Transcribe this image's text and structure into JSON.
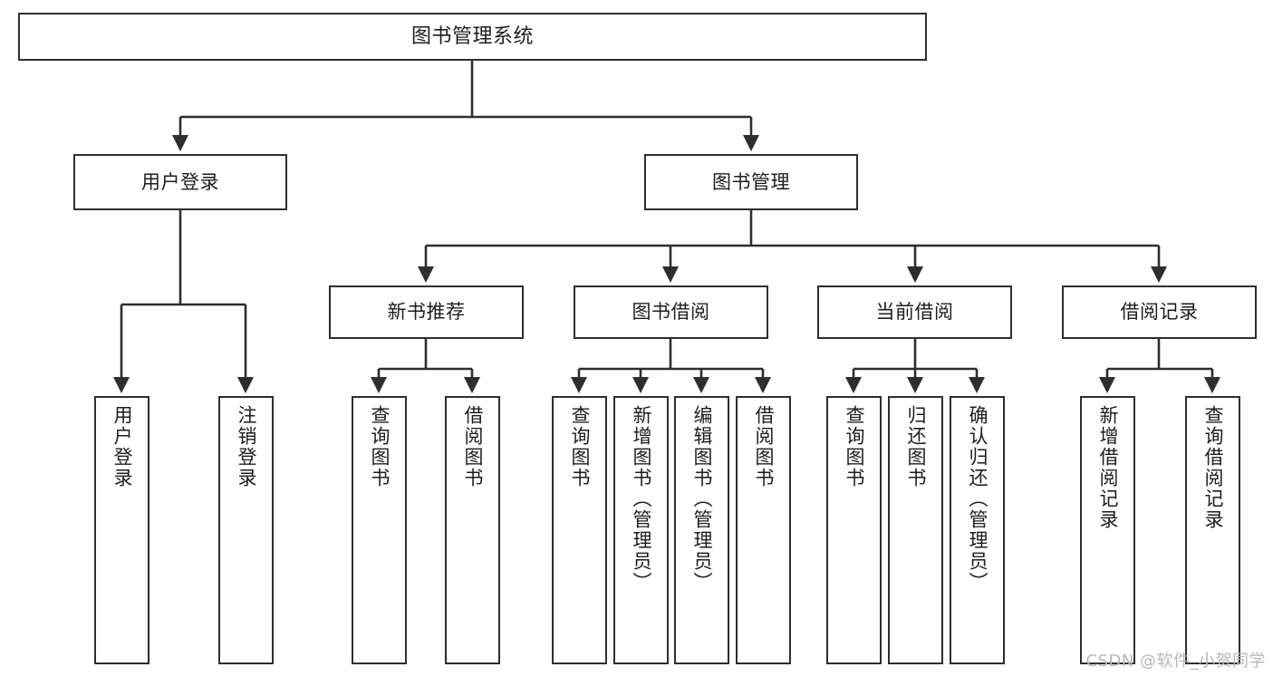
{
  "diagram": {
    "title": "图书管理系统",
    "type": "tree-hierarchy",
    "orientation": "top-down",
    "line_color": "#2e2e2e",
    "box_fill": "#ffffff",
    "text_color": "#1d1d1d"
  },
  "nodes": {
    "root": {
      "label": "图书管理系统",
      "level": 1
    },
    "user_login": {
      "label": "用户登录",
      "level": 2
    },
    "book_manage": {
      "label": "图书管理",
      "level": 2
    },
    "new_book_rec": {
      "label": "新书推荐",
      "level": 3
    },
    "book_borrow": {
      "label": "图书借阅",
      "level": 3
    },
    "current_borrow": {
      "label": "当前借阅",
      "level": 3
    },
    "borrow_record": {
      "label": "借阅记录",
      "level": 3
    },
    "leaf_user_login": {
      "label": "用户登录",
      "level": 4
    },
    "leaf_logout": {
      "label": "注销登录",
      "level": 4
    },
    "leaf_query_book_1": {
      "label": "查询图书",
      "level": 4
    },
    "leaf_borrow_book_1": {
      "label": "借阅图书",
      "level": 4
    },
    "leaf_query_book_2": {
      "label": "查询图书",
      "level": 4
    },
    "leaf_add_book": {
      "label": "新增图书（管理员）",
      "level": 4
    },
    "leaf_edit_book": {
      "label": "编辑图书（管理员）",
      "level": 4
    },
    "leaf_borrow_book_2": {
      "label": "借阅图书",
      "level": 4
    },
    "leaf_query_book_3": {
      "label": "查询图书",
      "level": 4
    },
    "leaf_return_book": {
      "label": "归还图书",
      "level": 4
    },
    "leaf_confirm_return": {
      "label": "确认归还（管理员）",
      "level": 4
    },
    "leaf_add_record": {
      "label": "新增借阅记录",
      "level": 4
    },
    "leaf_query_record": {
      "label": "查询借阅记录",
      "level": 4
    }
  },
  "edges": [
    {
      "from": "root",
      "to": "user_login"
    },
    {
      "from": "root",
      "to": "book_manage"
    },
    {
      "from": "book_manage",
      "to": "new_book_rec"
    },
    {
      "from": "book_manage",
      "to": "book_borrow"
    },
    {
      "from": "book_manage",
      "to": "current_borrow"
    },
    {
      "from": "book_manage",
      "to": "borrow_record"
    },
    {
      "from": "user_login",
      "to": "leaf_user_login"
    },
    {
      "from": "user_login",
      "to": "leaf_logout"
    },
    {
      "from": "new_book_rec",
      "to": "leaf_query_book_1"
    },
    {
      "from": "new_book_rec",
      "to": "leaf_borrow_book_1"
    },
    {
      "from": "book_borrow",
      "to": "leaf_query_book_2"
    },
    {
      "from": "book_borrow",
      "to": "leaf_add_book"
    },
    {
      "from": "book_borrow",
      "to": "leaf_edit_book"
    },
    {
      "from": "book_borrow",
      "to": "leaf_borrow_book_2"
    },
    {
      "from": "current_borrow",
      "to": "leaf_query_book_3"
    },
    {
      "from": "current_borrow",
      "to": "leaf_return_book"
    },
    {
      "from": "current_borrow",
      "to": "leaf_confirm_return"
    },
    {
      "from": "borrow_record",
      "to": "leaf_add_record"
    },
    {
      "from": "borrow_record",
      "to": "leaf_query_record"
    }
  ],
  "watermark": {
    "text": "CSDN @软件_小贺同学",
    "color": "#b6b6b6"
  }
}
